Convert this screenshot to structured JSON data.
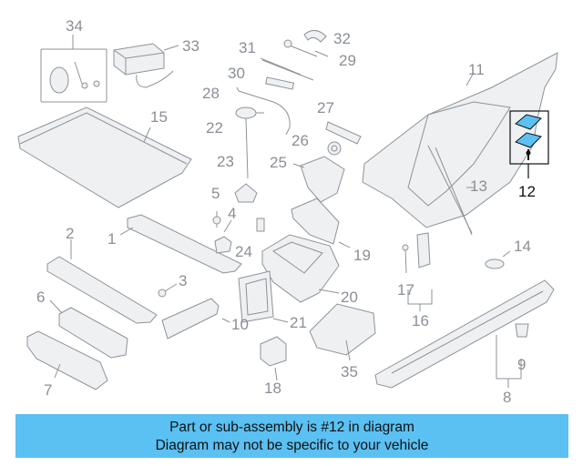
{
  "caption": {
    "line1": "Part or sub-assembly is #12 in diagram",
    "line2": "Diagram may not be specific to your vehicle"
  },
  "highlight_color": "#5bc0f2",
  "highlighted_part": "12",
  "callouts": {
    "n1": "1",
    "n2": "2",
    "n3": "3",
    "n4": "4",
    "n5": "5",
    "n6": "6",
    "n7": "7",
    "n8": "8",
    "n9": "9",
    "n10": "10",
    "n11": "11",
    "n12": "12",
    "n13": "13",
    "n14": "14",
    "n15": "15",
    "n16": "16",
    "n17": "17",
    "n18": "18",
    "n19": "19",
    "n20": "20",
    "n21": "21",
    "n22": "22",
    "n23": "23",
    "n24": "24",
    "n25": "25",
    "n26": "26",
    "n27": "27",
    "n28": "28",
    "n29": "29",
    "n30": "30",
    "n31": "31",
    "n32": "32",
    "n33": "33",
    "n34": "34",
    "n35": "35"
  }
}
